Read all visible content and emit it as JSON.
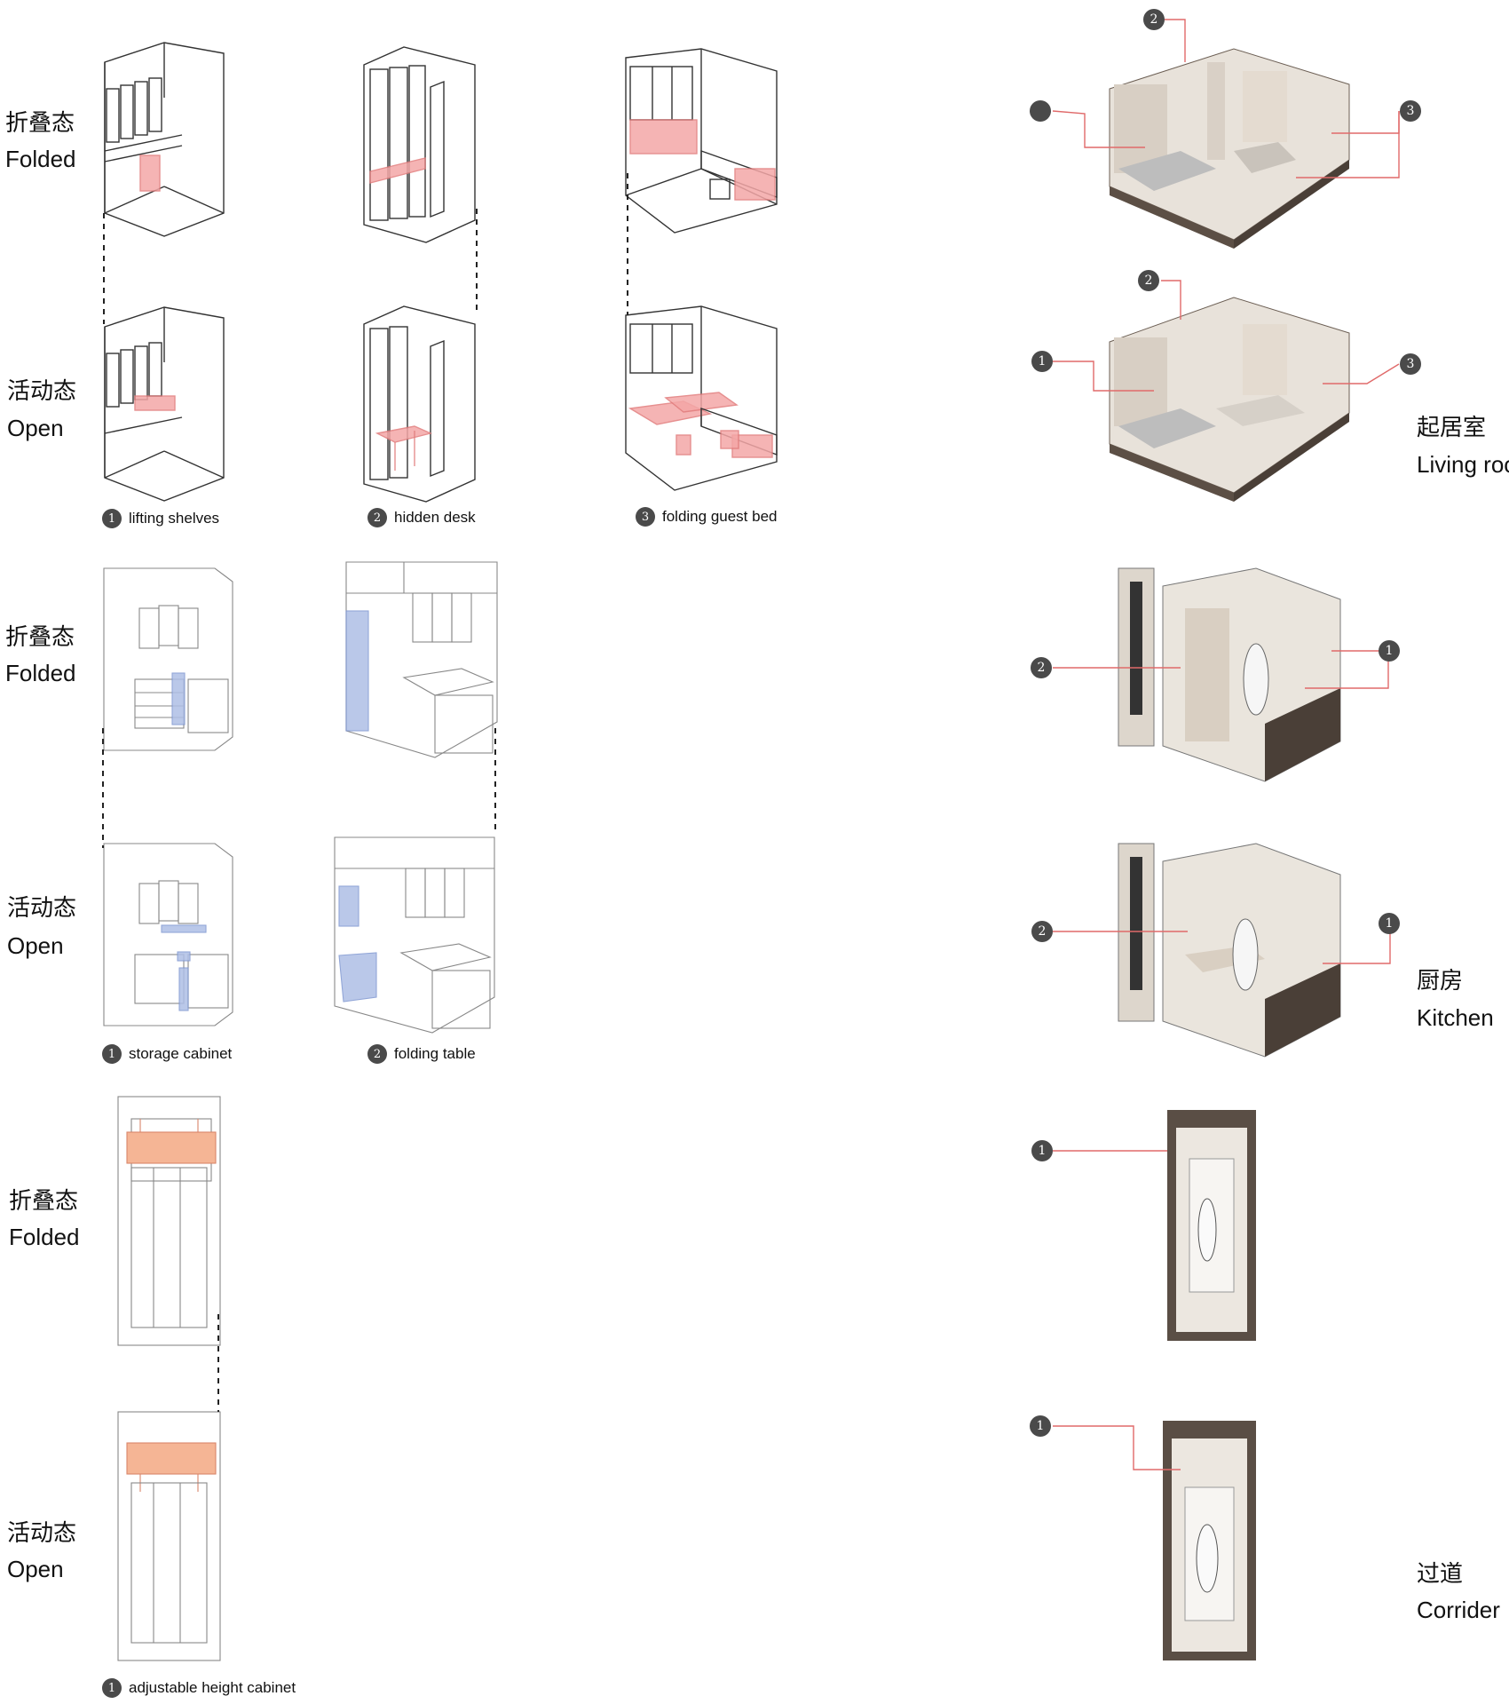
{
  "states": {
    "folded_zh": "折叠态",
    "folded_en": "Folded",
    "open_zh": "活动态",
    "open_en": "Open"
  },
  "living": {
    "captions": [
      {
        "num": "1",
        "label": "lifting shelves"
      },
      {
        "num": "2",
        "label": "hidden desk"
      },
      {
        "num": "3",
        "label": "folding guest bed"
      }
    ],
    "room_zh": "起居室",
    "room_en": "Living roo",
    "callouts_top": [
      "",
      "2",
      "3"
    ],
    "callouts_bottom": [
      "1",
      "2",
      "3"
    ]
  },
  "kitchen": {
    "captions": [
      {
        "num": "1",
        "label": "storage cabinet"
      },
      {
        "num": "2",
        "label": "folding table"
      }
    ],
    "room_zh": "厨房",
    "room_en": "Kitchen",
    "callouts_top": [
      "2",
      "1"
    ],
    "callouts_bottom": [
      "2",
      "1"
    ]
  },
  "corridor": {
    "captions": [
      {
        "num": "1",
        "label": "adjustable height cabinet"
      }
    ],
    "room_zh": "过道",
    "room_en": "Corrider",
    "callouts": [
      "1",
      "1"
    ]
  },
  "colors": {
    "highlight_pink": "#f4a7a7",
    "highlight_blue": "#aebfe6",
    "highlight_orange": "#f5b595",
    "leader_red": "#e06a6a",
    "callout_grey": "#4a4a4a"
  }
}
